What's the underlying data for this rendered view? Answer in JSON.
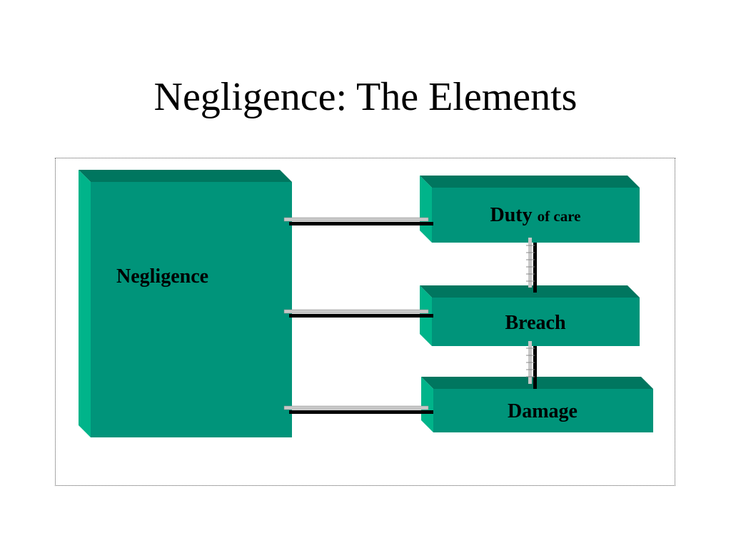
{
  "title": "Negligence: The Elements",
  "boxes": {
    "main": "Negligence",
    "duty_main": "Duty",
    "duty_suffix": "of care",
    "breach": "Breach",
    "damage": "Damage"
  },
  "colors": {
    "face": "#00947A",
    "top": "#00765F",
    "side": "#00B48A",
    "bar_light": "#C8C8C8",
    "bar_dark": "#000000"
  }
}
